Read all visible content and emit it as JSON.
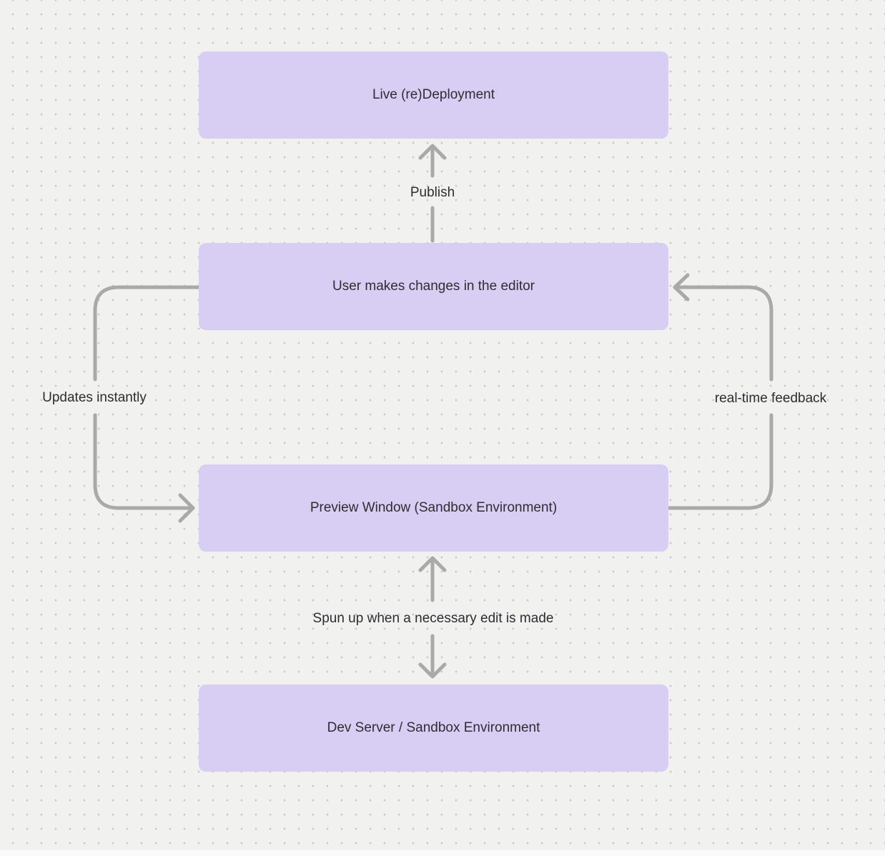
{
  "diagram": {
    "nodes": [
      {
        "id": "live-deployment",
        "label": "Live (re)Deployment"
      },
      {
        "id": "editor",
        "label": "User makes changes in the editor"
      },
      {
        "id": "preview-window",
        "label": "Preview Window (Sandbox Environment)"
      },
      {
        "id": "dev-server",
        "label": "Dev Server / Sandbox Environment"
      }
    ],
    "edges": [
      {
        "from": "editor",
        "to": "live-deployment",
        "label": "Publish",
        "direction": "up"
      },
      {
        "from": "editor",
        "to": "preview-window",
        "label": "Updates instantly",
        "direction": "down-left-loop"
      },
      {
        "from": "preview-window",
        "to": "editor",
        "label": "real-time feedback",
        "direction": "up-right-loop"
      },
      {
        "from": "preview-window",
        "to": "dev-server",
        "label": "Spun up when a necessary edit is made",
        "direction": "both"
      }
    ],
    "colors": {
      "node_fill": "#d8cdf3",
      "node_text": "#2d2d32",
      "edge_stroke": "#a9a9a9",
      "label_text": "#2d2d32",
      "background": "#f1f1f0",
      "grid_dot": "#c7c7c7"
    }
  }
}
